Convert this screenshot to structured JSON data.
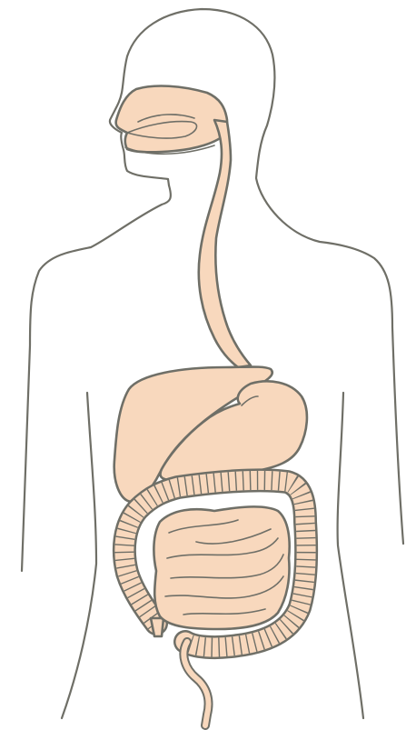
{
  "diagram": {
    "subject": "human-digestive-system",
    "colors": {
      "outline": "#6f6f67",
      "organ_fill": "#f8d8bd",
      "background": "#ffffff"
    },
    "organs": [
      "mouth",
      "esophagus",
      "liver",
      "stomach",
      "large-intestine",
      "small-intestine",
      "rectum"
    ]
  }
}
